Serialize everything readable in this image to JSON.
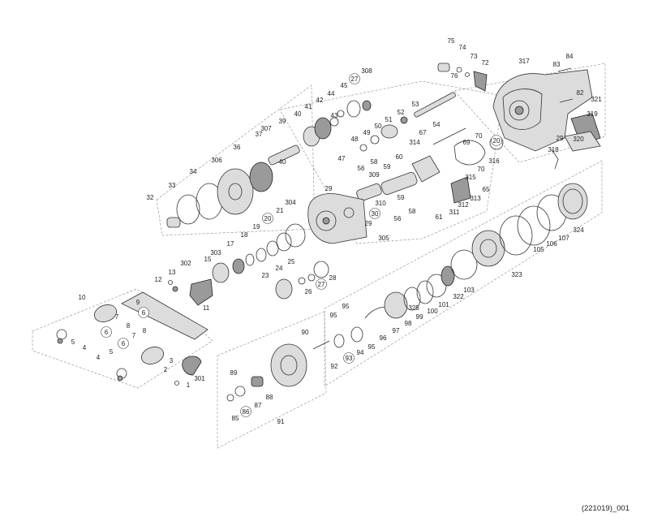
{
  "diagram": {
    "footer_code": "(221019)_001",
    "labels": [
      {
        "t": "75"
      },
      {
        "t": "74"
      },
      {
        "t": "73"
      },
      {
        "t": "72"
      },
      {
        "t": "76"
      },
      {
        "t": "317"
      },
      {
        "t": "83"
      },
      {
        "t": "84"
      },
      {
        "t": "27"
      },
      {
        "t": "308"
      },
      {
        "t": "45"
      },
      {
        "t": "44"
      },
      {
        "t": "42"
      },
      {
        "t": "41"
      },
      {
        "t": "43"
      },
      {
        "t": "40"
      },
      {
        "t": "39"
      },
      {
        "t": "307"
      },
      {
        "t": "37"
      },
      {
        "t": "40"
      },
      {
        "t": "36"
      },
      {
        "t": "306"
      },
      {
        "t": "34"
      },
      {
        "t": "33"
      },
      {
        "t": "32"
      },
      {
        "t": "53"
      },
      {
        "t": "52"
      },
      {
        "t": "51"
      },
      {
        "t": "50"
      },
      {
        "t": "49"
      },
      {
        "t": "48"
      },
      {
        "t": "47"
      },
      {
        "t": "54"
      },
      {
        "t": "82"
      },
      {
        "t": "321"
      },
      {
        "t": "319"
      },
      {
        "t": "29"
      },
      {
        "t": "320"
      },
      {
        "t": "318"
      },
      {
        "t": "20"
      },
      {
        "t": "316"
      },
      {
        "t": "70"
      },
      {
        "t": "69"
      },
      {
        "t": "67"
      },
      {
        "t": "70"
      },
      {
        "t": "314"
      },
      {
        "t": "60"
      },
      {
        "t": "59"
      },
      {
        "t": "58"
      },
      {
        "t": "56"
      },
      {
        "t": "309"
      },
      {
        "t": "315"
      },
      {
        "t": "65"
      },
      {
        "t": "313"
      },
      {
        "t": "312"
      },
      {
        "t": "311"
      },
      {
        "t": "61"
      },
      {
        "t": "59"
      },
      {
        "t": "58"
      },
      {
        "t": "56"
      },
      {
        "t": "310"
      },
      {
        "t": "30"
      },
      {
        "t": "29"
      },
      {
        "t": "29"
      },
      {
        "t": "304"
      },
      {
        "t": "305"
      },
      {
        "t": "21"
      },
      {
        "t": "20"
      },
      {
        "t": "19"
      },
      {
        "t": "18"
      },
      {
        "t": "17"
      },
      {
        "t": "303"
      },
      {
        "t": "15"
      },
      {
        "t": "302"
      },
      {
        "t": "13"
      },
      {
        "t": "12"
      },
      {
        "t": "11"
      },
      {
        "t": "24"
      },
      {
        "t": "25"
      },
      {
        "t": "23"
      },
      {
        "t": "26"
      },
      {
        "t": "27"
      },
      {
        "t": "28"
      },
      {
        "t": "324"
      },
      {
        "t": "107"
      },
      {
        "t": "106"
      },
      {
        "t": "105"
      },
      {
        "t": "323"
      },
      {
        "t": "103"
      },
      {
        "t": "322"
      },
      {
        "t": "101"
      },
      {
        "t": "100"
      },
      {
        "t": "99"
      },
      {
        "t": "98"
      },
      {
        "t": "97"
      },
      {
        "t": "96"
      },
      {
        "t": "95"
      },
      {
        "t": "95"
      },
      {
        "t": "95"
      },
      {
        "t": "94"
      },
      {
        "t": "93"
      },
      {
        "t": "92"
      },
      {
        "t": "325"
      },
      {
        "t": "90"
      },
      {
        "t": "10"
      },
      {
        "t": "9"
      },
      {
        "t": "6"
      },
      {
        "t": "7"
      },
      {
        "t": "8"
      },
      {
        "t": "6"
      },
      {
        "t": "5"
      },
      {
        "t": "4"
      },
      {
        "t": "6"
      },
      {
        "t": "7"
      },
      {
        "t": "8"
      },
      {
        "t": "5"
      },
      {
        "t": "4"
      },
      {
        "t": "3"
      },
      {
        "t": "2"
      },
      {
        "t": "301"
      },
      {
        "t": "1"
      },
      {
        "t": "89"
      },
      {
        "t": "88"
      },
      {
        "t": "87"
      },
      {
        "t": "86"
      },
      {
        "t": "85"
      },
      {
        "t": "91"
      }
    ]
  }
}
